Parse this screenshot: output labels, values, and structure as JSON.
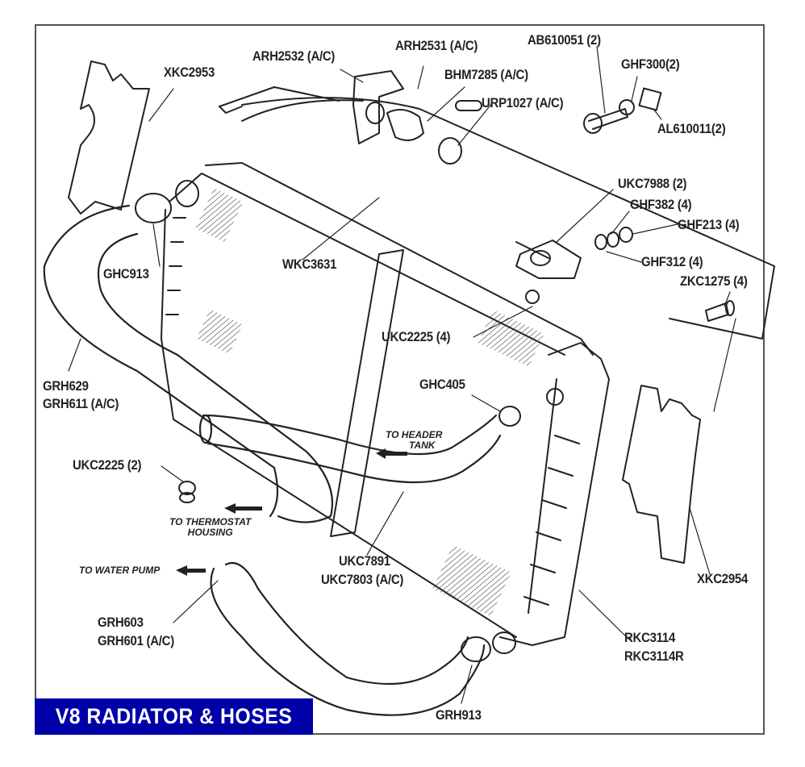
{
  "diagram": {
    "title": "V8 RADIATOR & HOSES",
    "banner_color": "#0000a8",
    "parts": [
      {
        "id": "XKC2953",
        "label": "XKC2953"
      },
      {
        "id": "ARH2532",
        "label": "ARH2532 (A/C)"
      },
      {
        "id": "ARH2531",
        "label": "ARH2531 (A/C)"
      },
      {
        "id": "AB610051",
        "label": "AB610051 (2)"
      },
      {
        "id": "BHM7285",
        "label": "BHM7285 (A/C)"
      },
      {
        "id": "GHF300",
        "label": "GHF300(2)"
      },
      {
        "id": "URP1027",
        "label": "URP1027 (A/C)"
      },
      {
        "id": "AL610011",
        "label": "AL610011(2)"
      },
      {
        "id": "UKC7988",
        "label": "UKC7988 (2)"
      },
      {
        "id": "GHF382",
        "label": "GHF382 (4)"
      },
      {
        "id": "GHF213",
        "label": "GHF213 (4)"
      },
      {
        "id": "GHF312",
        "label": "GHF312 (4)"
      },
      {
        "id": "ZKC1275",
        "label": "ZKC1275 (4)"
      },
      {
        "id": "GHC913",
        "label": "GHC913"
      },
      {
        "id": "WKC3631",
        "label": "WKC3631"
      },
      {
        "id": "UKC2225-4",
        "label": "UKC2225 (4)"
      },
      {
        "id": "GRH629",
        "label": "GRH629",
        "label2": "GRH611 (A/C)"
      },
      {
        "id": "GHC405",
        "label": "GHC405"
      },
      {
        "id": "UKC2225-2",
        "label": "UKC2225 (2)"
      },
      {
        "id": "UKC7891",
        "label": "UKC7891",
        "label2": "UKC7803 (A/C)"
      },
      {
        "id": "XKC2954",
        "label": "XKC2954"
      },
      {
        "id": "GRH603",
        "label": "GRH603",
        "label2": "GRH601 (A/C)"
      },
      {
        "id": "RKC3114",
        "label": "RKC3114",
        "label2": "RKC3114R"
      },
      {
        "id": "GRH913",
        "label": "GRH913"
      }
    ],
    "notes": {
      "header_tank": [
        "TO HEADER",
        "TANK"
      ],
      "thermostat": [
        "TO THERMOSTAT",
        "HOUSING"
      ],
      "water_pump": "TO WATER PUMP"
    }
  }
}
